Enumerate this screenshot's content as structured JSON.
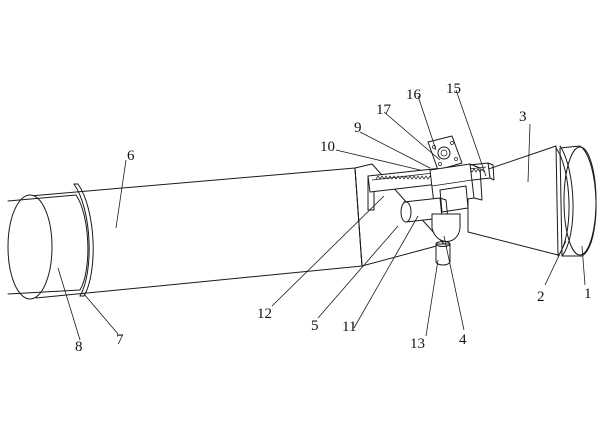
{
  "labels": {
    "l1": "1",
    "l2": "2",
    "l3": "3",
    "l4": "4",
    "l5": "5",
    "l6": "6",
    "l7": "7",
    "l8": "8",
    "l9": "9",
    "l10": "10",
    "l11": "11",
    "l12": "12",
    "l13": "13",
    "l15": "15",
    "l16": "16",
    "l17": "17"
  }
}
